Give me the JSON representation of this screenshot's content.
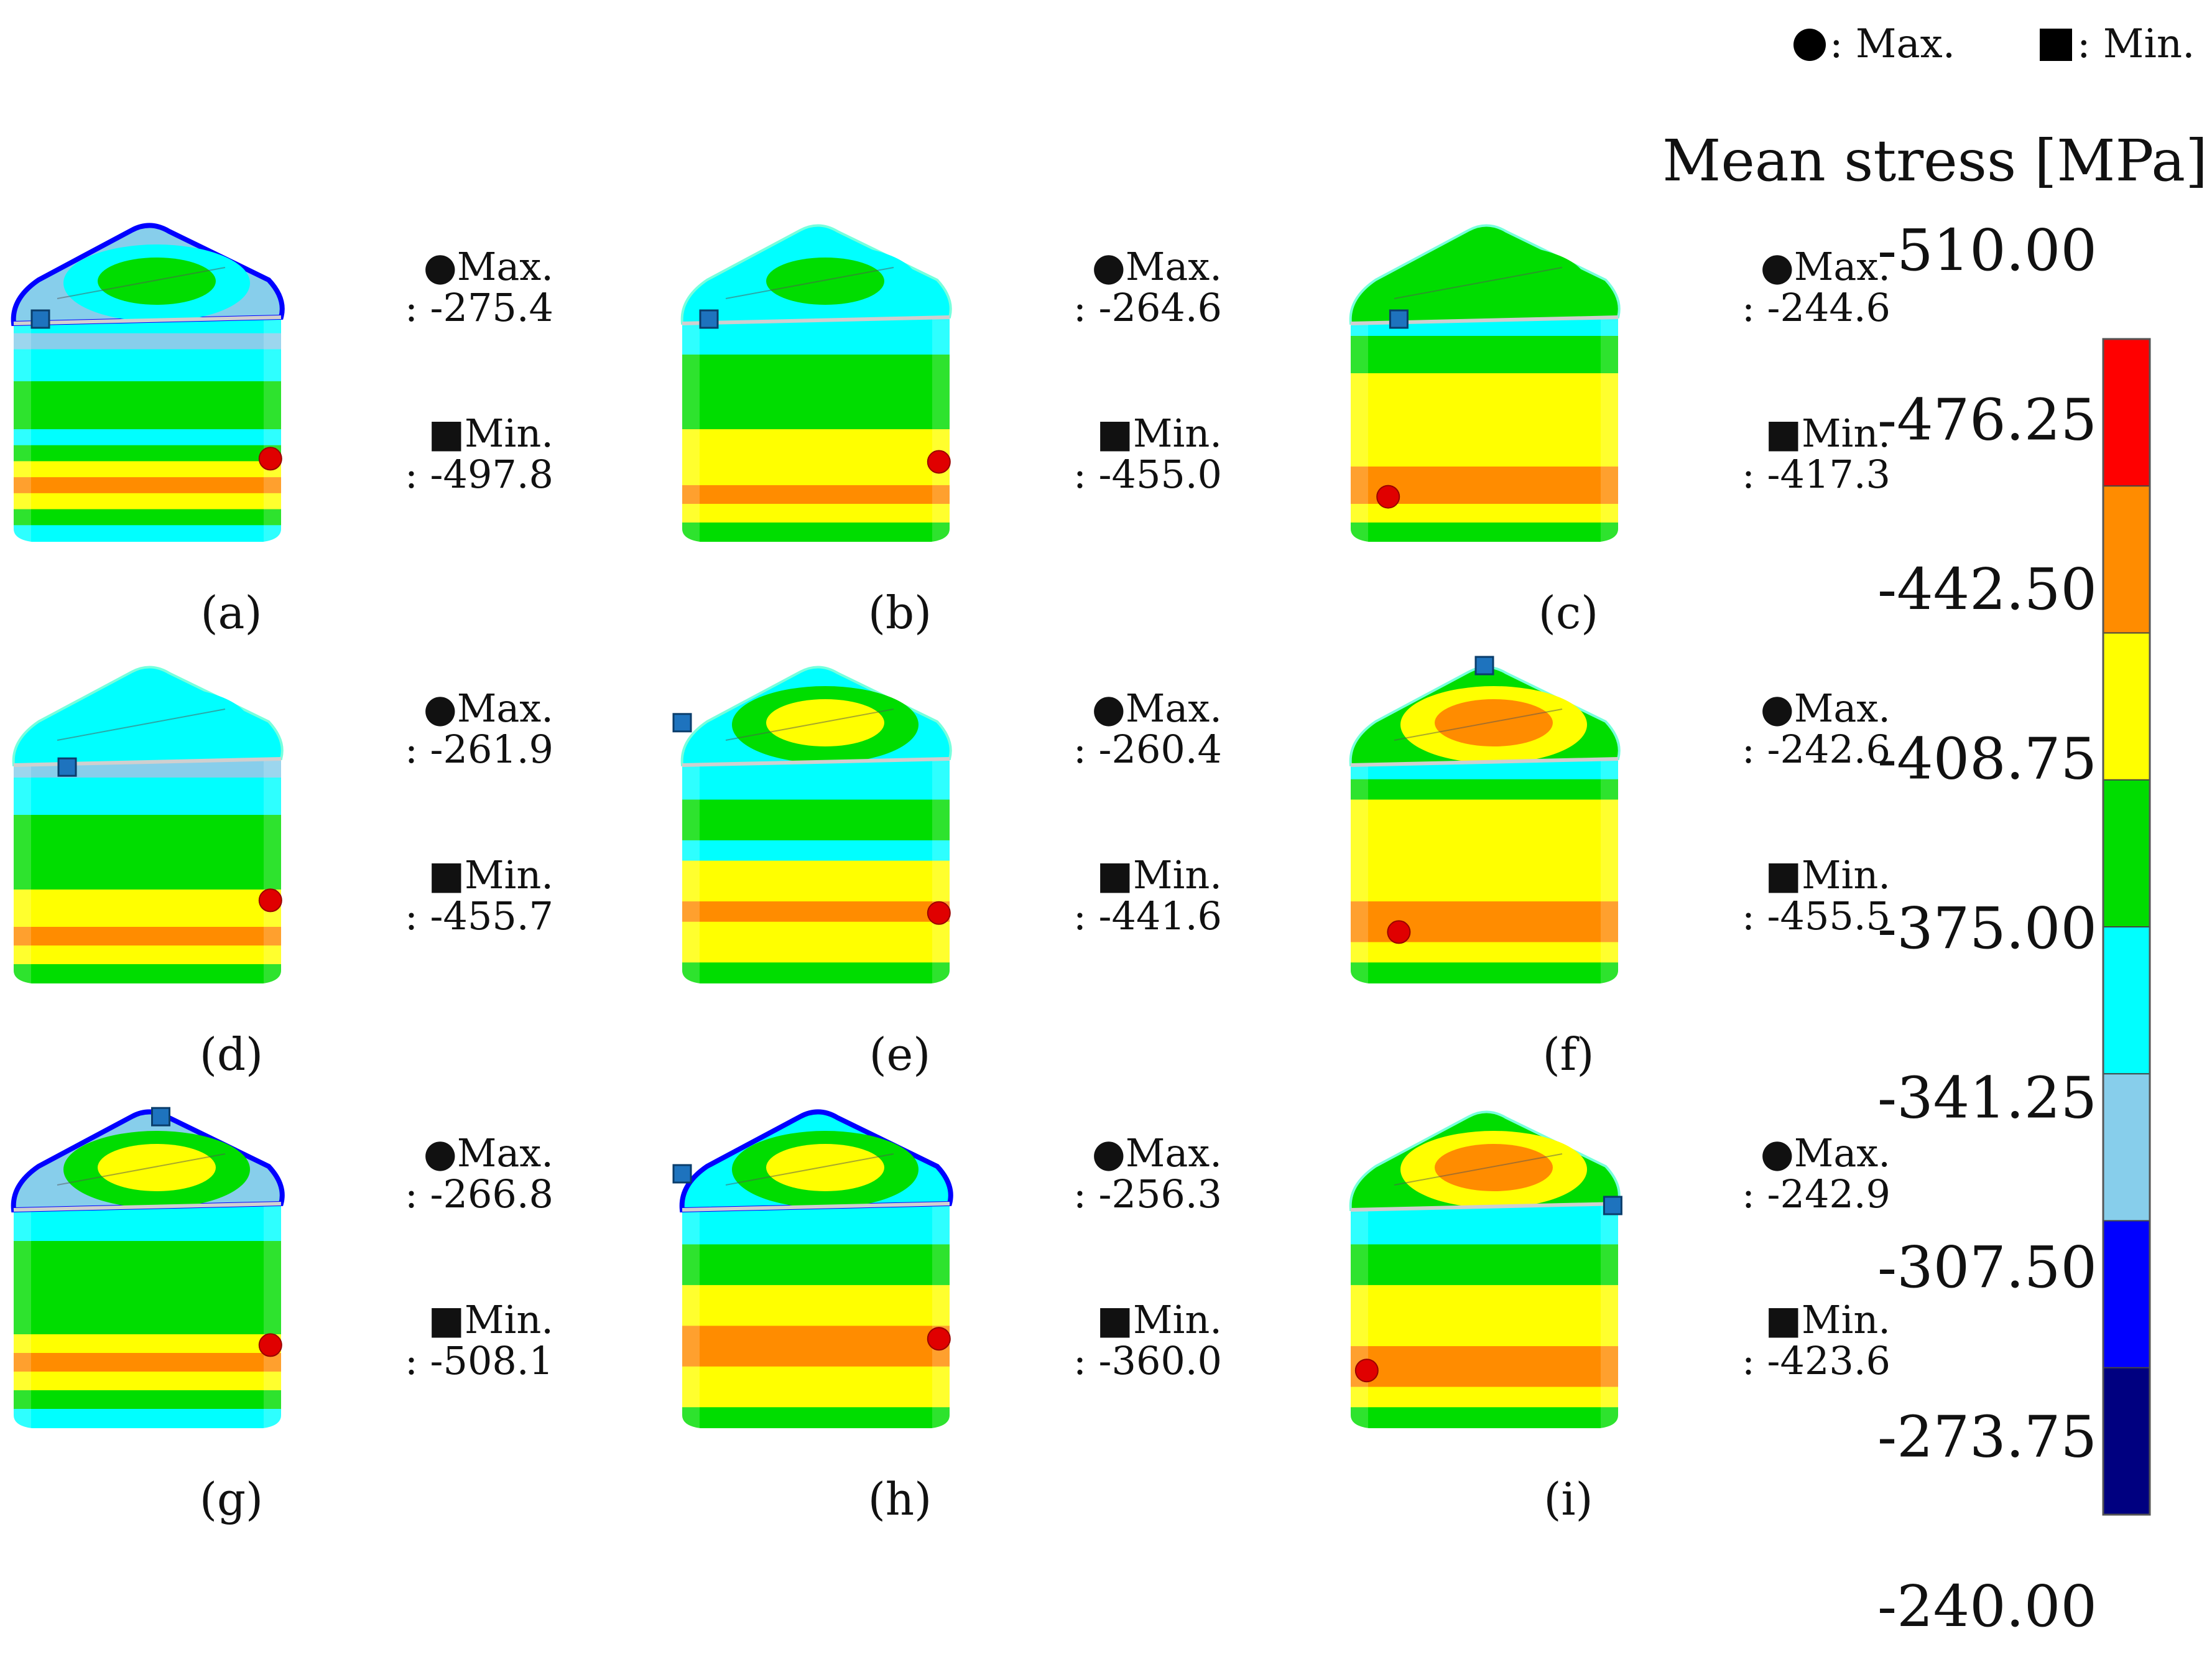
{
  "legend_markers": {
    "max_symbol": "●",
    "max_label": ": Max.",
    "min_symbol": "■",
    "min_label": ": Min."
  },
  "colorbar": {
    "title": "Mean stress [MPa]",
    "ticks": [
      "-510.00",
      "-476.25",
      "-442.50",
      "-408.75",
      "-375.00",
      "-341.25",
      "-307.50",
      "-273.75",
      "-240.00"
    ],
    "bands": [
      {
        "color": "#ff0000"
      },
      {
        "color": "#ff8c00"
      },
      {
        "color": "#ffff00"
      },
      {
        "color": "#00dd00"
      },
      {
        "color": "#00ffff"
      },
      {
        "color": "#87ceeb"
      },
      {
        "color": "#0000ff"
      },
      {
        "color": "#000080"
      }
    ]
  },
  "panels": [
    {
      "label": "(a)",
      "letter": "a",
      "max_text": "●Max.",
      "max_value": ": -275.4",
      "min_text": "■Min.",
      "min_value": ": -497.8"
    },
    {
      "label": "(b)",
      "letter": "b",
      "max_text": "●Max.",
      "max_value": ": -264.6",
      "min_text": "■Min.",
      "min_value": ": -455.0"
    },
    {
      "label": "(c)",
      "letter": "c",
      "max_text": "●Max.",
      "max_value": ": -244.6",
      "min_text": "■Min.",
      "min_value": ": -417.3"
    },
    {
      "label": "(d)",
      "letter": "d",
      "max_text": "●Max.",
      "max_value": ": -261.9",
      "min_text": "■Min.",
      "min_value": ": -455.7"
    },
    {
      "label": "(e)",
      "letter": "e",
      "max_text": "●Max.",
      "max_value": ": -260.4",
      "min_text": "■Min.",
      "min_value": ": -441.6"
    },
    {
      "label": "(f)",
      "letter": "f",
      "max_text": "●Max.",
      "max_value": ": -242.6",
      "min_text": "■Min.",
      "min_value": ": -455.5"
    },
    {
      "label": "(g)",
      "letter": "g",
      "max_text": "●Max.",
      "max_value": ": -266.8",
      "min_text": "■Min.",
      "min_value": ": -508.1"
    },
    {
      "label": "(h)",
      "letter": "h",
      "max_text": "●Max.",
      "max_value": ": -256.3",
      "min_text": "■Min.",
      "min_value": ": -360.0"
    },
    {
      "label": "(i)",
      "letter": "i",
      "max_text": "●Max.",
      "max_value": ": -242.9",
      "min_text": "■Min.",
      "min_value": ": -423.6"
    }
  ]
}
